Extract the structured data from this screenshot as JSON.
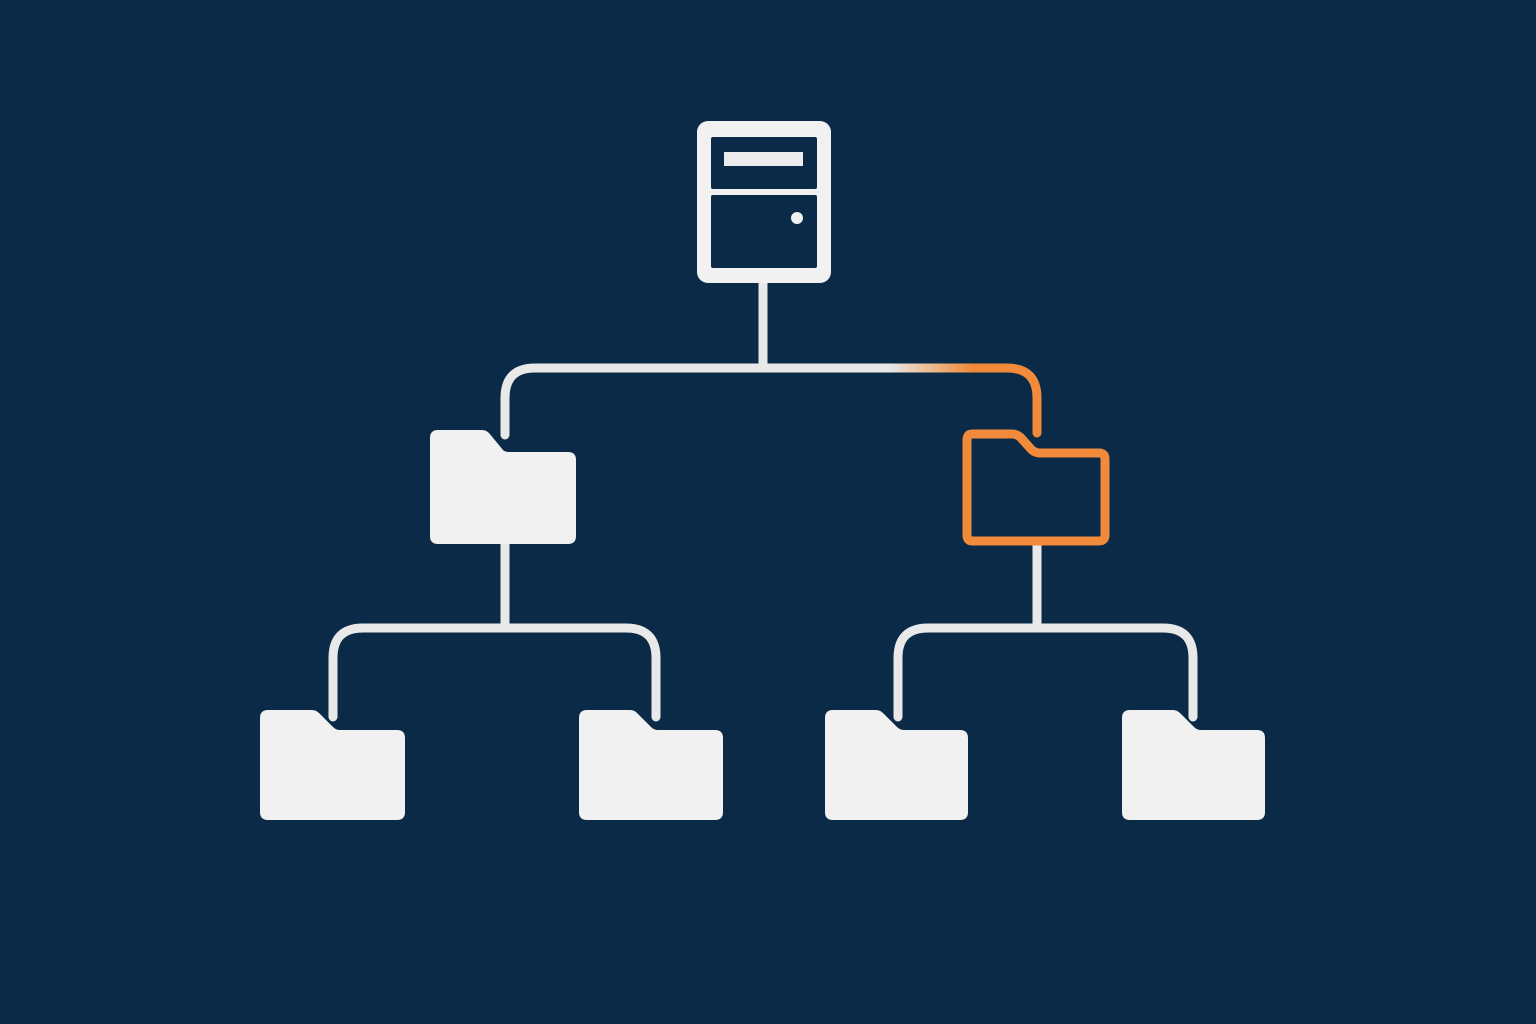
{
  "diagram": {
    "type": "hierarchy-tree",
    "description": "Server root node connected to two folders, each with two child folders; right branch highlighted",
    "colors": {
      "background": "#0b2a47",
      "node": "#f1f1f1",
      "line": "#e9e9e9",
      "highlight": "#f18a3a"
    },
    "nodes": [
      {
        "id": "server",
        "icon": "server-icon",
        "level": 0,
        "highlighted": false
      },
      {
        "id": "folder-left",
        "icon": "folder-icon",
        "level": 1,
        "parent": "server",
        "highlighted": false
      },
      {
        "id": "folder-right",
        "icon": "folder-outline-icon",
        "level": 1,
        "parent": "server",
        "highlighted": true
      },
      {
        "id": "folder-left-left",
        "icon": "folder-icon",
        "level": 2,
        "parent": "folder-left",
        "highlighted": false
      },
      {
        "id": "folder-left-right",
        "icon": "folder-icon",
        "level": 2,
        "parent": "folder-left",
        "highlighted": false
      },
      {
        "id": "folder-right-left",
        "icon": "folder-icon",
        "level": 2,
        "parent": "folder-right",
        "highlighted": false
      },
      {
        "id": "folder-right-right",
        "icon": "folder-icon",
        "level": 2,
        "parent": "folder-right",
        "highlighted": false
      }
    ],
    "highlighted_path": [
      "server",
      "folder-right"
    ]
  }
}
